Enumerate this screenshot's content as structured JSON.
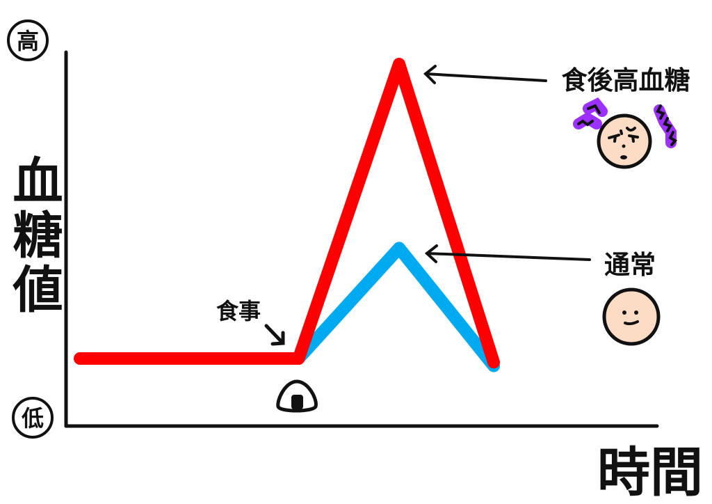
{
  "labels": {
    "high": "高",
    "low": "低",
    "y_axis": [
      "血",
      "糖",
      "値"
    ],
    "x_axis": "時間",
    "meal": "食事",
    "postprandial": "食後高血糖",
    "normal": "通常"
  },
  "colors": {
    "spike_line": "#ff0000",
    "normal_line": "#00aaf0",
    "face_skin": "#fddcc6",
    "anger_marks": "#9b30ff"
  },
  "chart_data": {
    "type": "line",
    "xlabel": "時間",
    "ylabel": "血糖値",
    "xlim": [
      0,
      100
    ],
    "ylim": [
      0,
      100
    ],
    "series": [
      {
        "name": "食後高血糖",
        "x": [
          0,
          37,
          54,
          70
        ],
        "y": [
          20,
          20,
          100,
          19
        ]
      },
      {
        "name": "通常",
        "x": [
          37,
          54,
          70
        ],
        "y": [
          20,
          50,
          18
        ]
      }
    ]
  }
}
